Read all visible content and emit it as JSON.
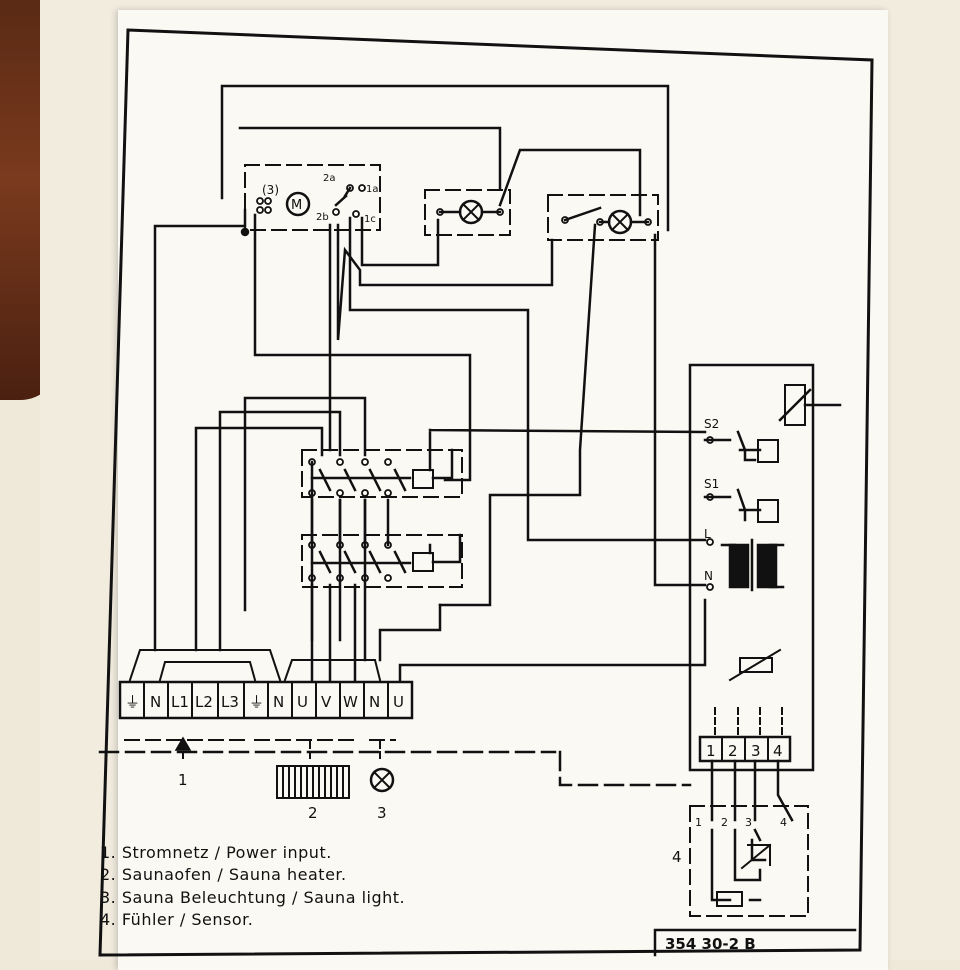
{
  "terminals": [
    "⏚",
    "N",
    "L1",
    "L2",
    "L3",
    "⏚",
    "N",
    "U",
    "V",
    "W",
    "N",
    "U"
  ],
  "group_numbers": [
    "1",
    "2",
    "3"
  ],
  "sensor_terminals": [
    "1",
    "2",
    "3",
    "4"
  ],
  "sensor_box_terminals": [
    "1",
    "2",
    "3",
    "4"
  ],
  "sensor_box_number": "4",
  "side_labels": [
    "S2",
    "S1",
    "L",
    "N"
  ],
  "motor_label": "M",
  "switch_labels": {
    "top": "(3)",
    "a2": "2a",
    "a1": "1a",
    "b2": "2b",
    "c1": "1c"
  },
  "legend": [
    "1. Stromnetz / Power input.",
    "2. Saunaofen / Sauna heater.",
    "3. Sauna Beleuchtung / Sauna light.",
    "4. Fühler / Sensor."
  ],
  "part_number": "354  30-2 B"
}
